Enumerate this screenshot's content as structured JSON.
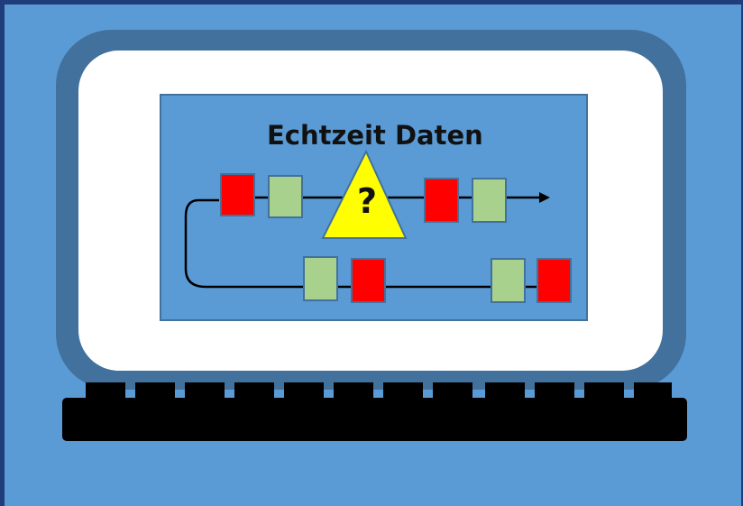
{
  "diagram": {
    "title": "Echtzeit Daten",
    "hazard_symbol": "?",
    "colors": {
      "background": "#5b9bd5",
      "border": "#1f3d7a",
      "monitor_bezel": "#41719c",
      "screen": "#ffffff",
      "panel": "#5b9bd5",
      "red_block": "#ff0000",
      "green_block": "#a9d18e",
      "warning_triangle": "#ffff00",
      "keyboard": "#000000",
      "connector": "#000000"
    },
    "icons": [
      "monitor-icon",
      "keyboard-icon",
      "warning-triangle-icon",
      "arrow-icon"
    ],
    "blocks_top_row": [
      "red",
      "green",
      "red",
      "green"
    ],
    "blocks_bottom_row": [
      "green",
      "red",
      "green",
      "red"
    ]
  }
}
